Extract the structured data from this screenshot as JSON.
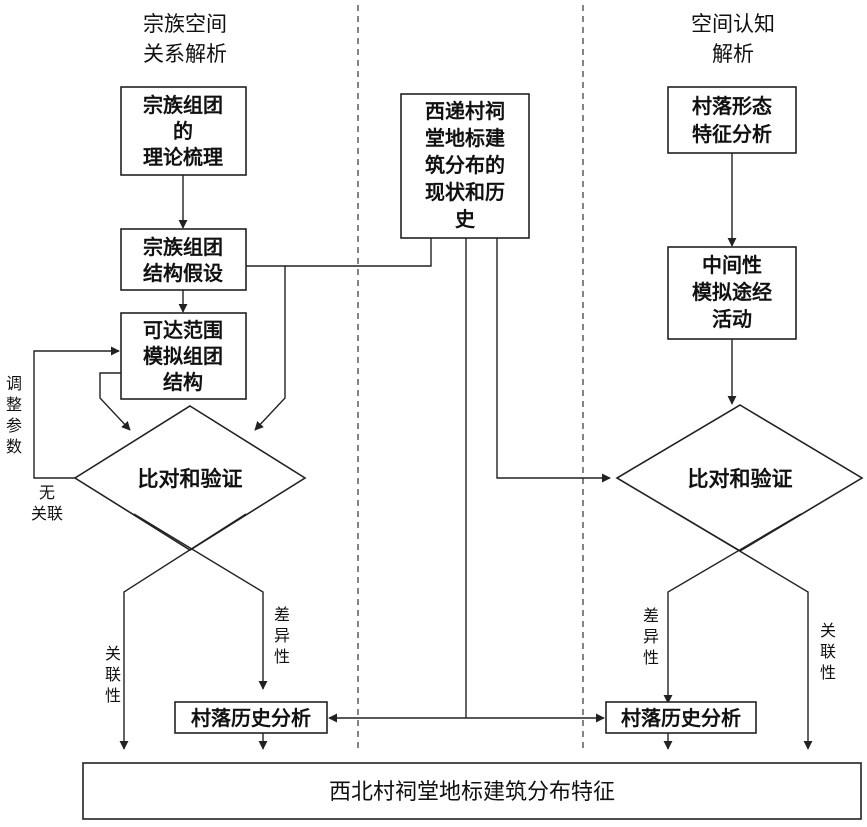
{
  "headers": {
    "left": [
      "宗族空间",
      "关系解析"
    ],
    "right": [
      "空间认知",
      "解析"
    ]
  },
  "left_column": {
    "theory_box": [
      "宗族组团",
      "的",
      "理论梳理"
    ],
    "hypothesis_box": [
      "宗族组团",
      "结构假设"
    ],
    "simulation_box": [
      "可达范围",
      "模拟组团",
      "结构"
    ],
    "compare": "比对和验证",
    "adjust_label": [
      "调",
      "整",
      "参",
      "数"
    ],
    "no_relation_label": [
      "无",
      "关联"
    ],
    "relevance_label": [
      "关",
      "联",
      "性"
    ],
    "difference_label": [
      "差",
      "异",
      "性"
    ],
    "history_box": "村落历史分析"
  },
  "center_column": {
    "status_box": [
      "西递村祠",
      "堂地标建",
      "筑分布的",
      "现状和历",
      "史"
    ]
  },
  "right_column": {
    "form_box": [
      "村落形态",
      "特征分析"
    ],
    "path_box": [
      "中间性",
      "模拟途经",
      "活动"
    ],
    "compare": "比对和验证",
    "difference_label": [
      "差",
      "异",
      "性"
    ],
    "relevance_label": [
      "关",
      "联",
      "性"
    ],
    "history_box": "村落历史分析"
  },
  "bottom_box": "西北村祠堂地标建筑分布特征"
}
